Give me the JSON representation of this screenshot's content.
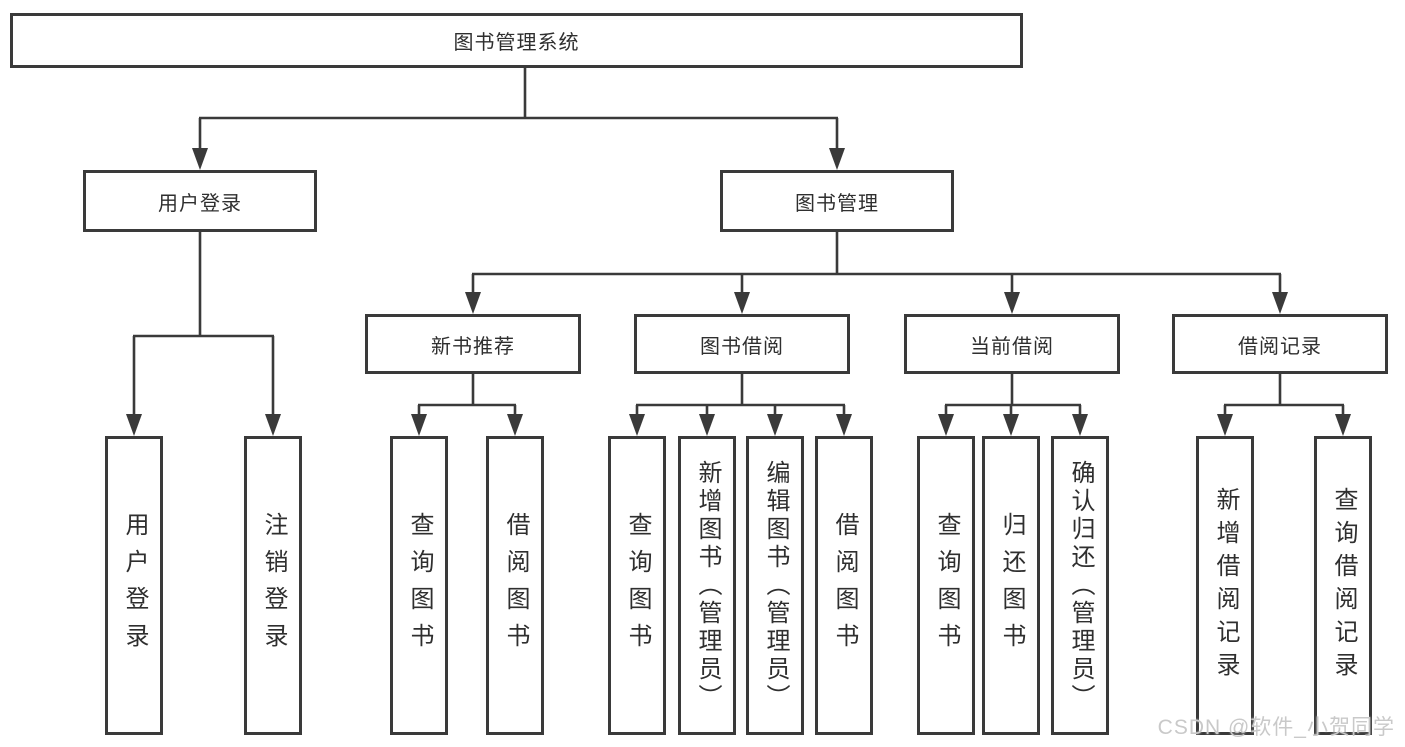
{
  "tree": {
    "root": {
      "label": "图书管理系统"
    },
    "branches": [
      {
        "label": "用户登录",
        "children": [
          {
            "label": "用户登录"
          },
          {
            "label": "注销登录"
          }
        ]
      },
      {
        "label": "图书管理",
        "children": [
          {
            "label": "新书推荐",
            "children": [
              {
                "label": "查询图书"
              },
              {
                "label": "借阅图书"
              }
            ]
          },
          {
            "label": "图书借阅",
            "children": [
              {
                "label": "查询图书"
              },
              {
                "label": "新增图书（管理员）"
              },
              {
                "label": "编辑图书（管理员）"
              },
              {
                "label": "借阅图书"
              }
            ]
          },
          {
            "label": "当前借阅",
            "children": [
              {
                "label": "查询图书"
              },
              {
                "label": "归还图书"
              },
              {
                "label": "确认归还（管理员）"
              }
            ]
          },
          {
            "label": "借阅记录",
            "children": [
              {
                "label": "新增借阅记录"
              },
              {
                "label": "查询借阅记录"
              }
            ]
          }
        ]
      }
    ]
  },
  "colors": {
    "line": "#3a3a3a",
    "text": "#2f2f2f",
    "watermark": "#c9c9c9",
    "background": "#ffffff"
  },
  "watermark": "CSDN @软件_小贺同学"
}
